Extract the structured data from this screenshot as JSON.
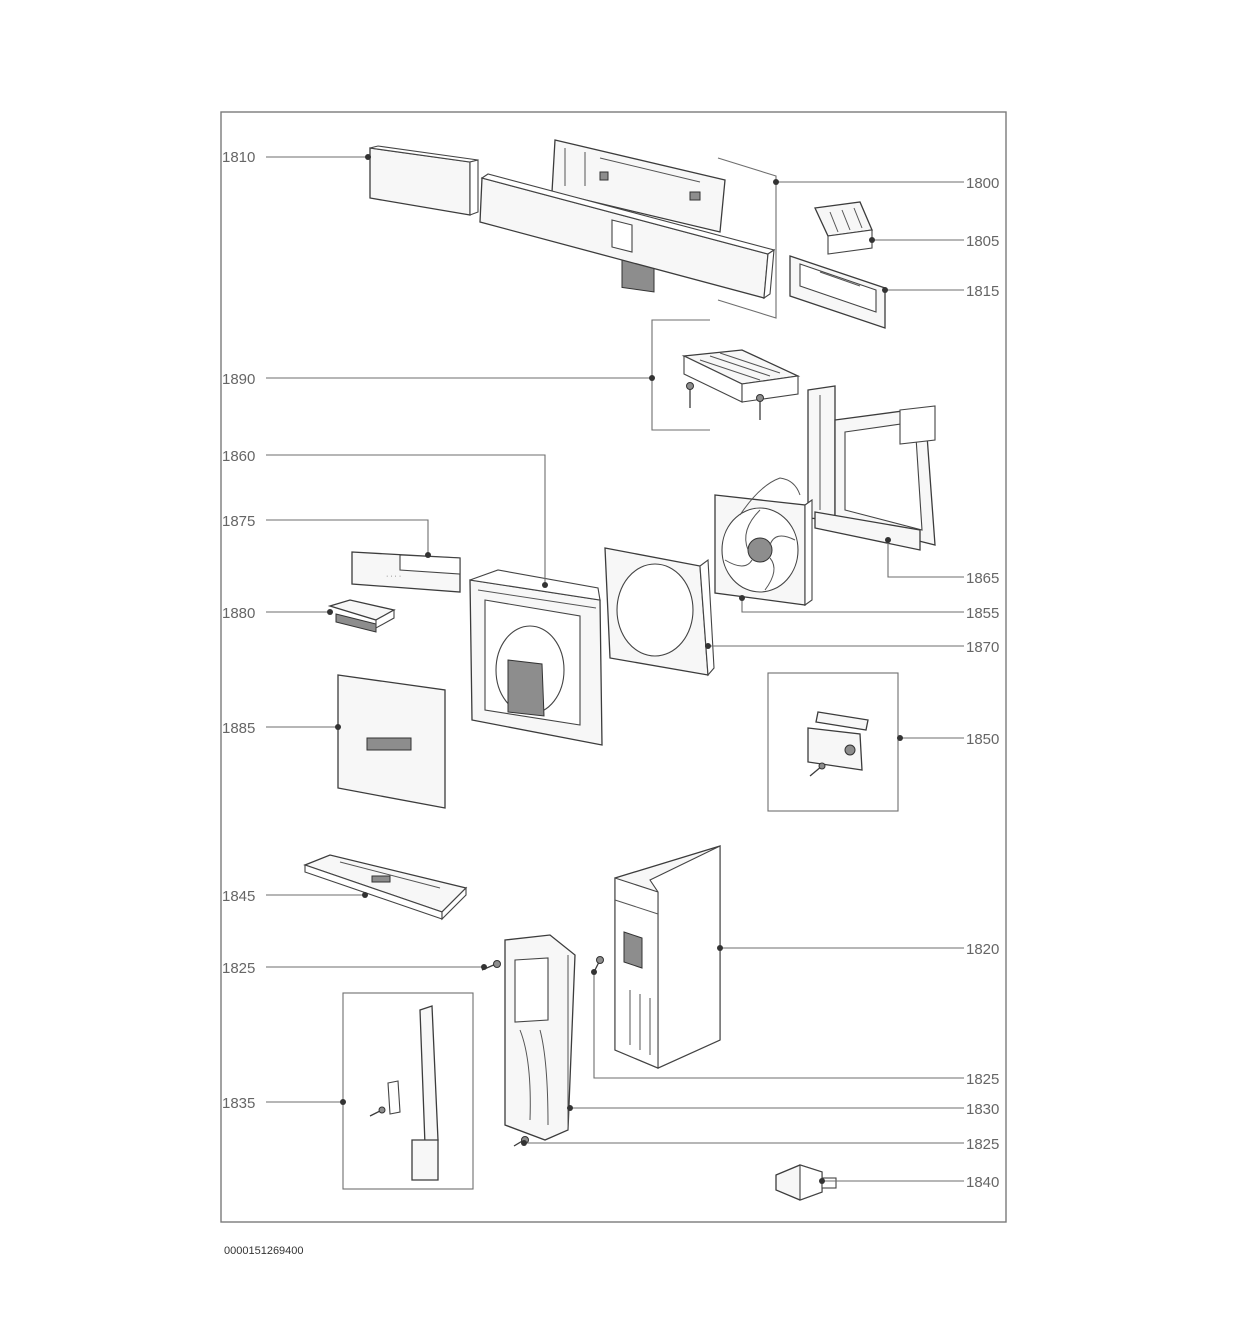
{
  "diagram_id": "0000151269400",
  "labels": {
    "l1810": "1810",
    "l1800": "1800",
    "l1805": "1805",
    "l1815": "1815",
    "l1890": "1890",
    "l1860": "1860",
    "l1875": "1875",
    "l1880": "1880",
    "l1885": "1885",
    "l1865": "1865",
    "l1855": "1855",
    "l1870": "1870",
    "l1850": "1850",
    "l1845": "1845",
    "l1820": "1820",
    "l1825a": "1825",
    "l1825b": "1825",
    "l1825c": "1825",
    "l1835": "1835",
    "l1830": "1830",
    "l1840": "1840"
  }
}
